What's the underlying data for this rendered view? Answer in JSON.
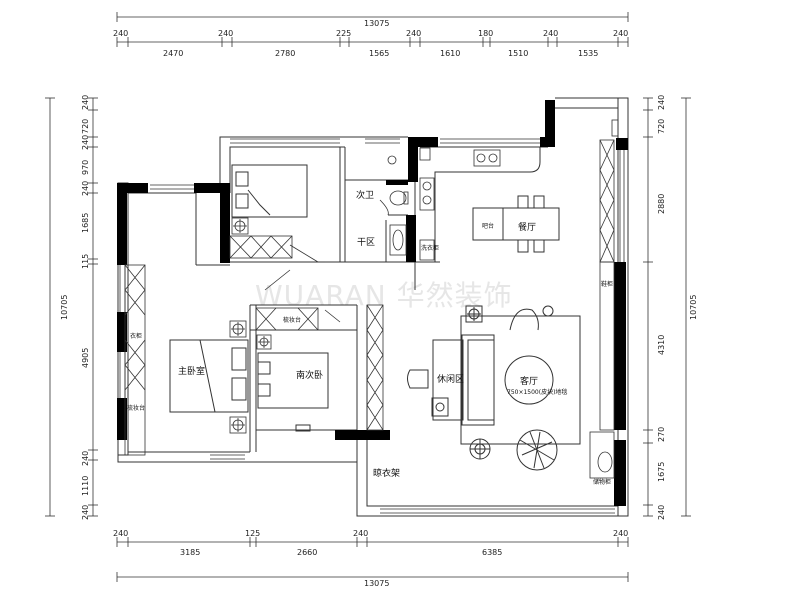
{
  "watermark": "WUARAN 华然装饰",
  "dimensions": {
    "top_total": "13075",
    "top_row1": [
      "240",
      "240",
      "225",
      "240",
      "180",
      "240",
      "240"
    ],
    "top_row2": [
      "2470",
      "2780",
      "1565",
      "1610",
      "1510",
      "1535"
    ],
    "bottom_row1": [
      "240",
      "125",
      "240",
      "240"
    ],
    "bottom_row2": [
      "3185",
      "2660",
      "6385"
    ],
    "bottom_total": "13075",
    "left_row": [
      "240",
      "720",
      "240",
      "970",
      "240",
      "1685",
      "115",
      "4905",
      "240",
      "1110",
      "240"
    ],
    "left_total": "10705",
    "right_row": [
      "240",
      "720",
      "2880",
      "4310",
      "270",
      "1675",
      "240"
    ],
    "right_total": "10705"
  },
  "rooms": {
    "second_bath": "次卫",
    "dry_area": "干区",
    "dining": "餐厅",
    "master_bedroom": "主卧室",
    "south_second_bedroom": "南次卧",
    "leisure_area": "休闲区",
    "living_room": "客厅",
    "drying_rack": "晾衣架"
  },
  "labels": {
    "counter": "吧台",
    "shoe_cabinet": "鞋柜",
    "dresser": "梳妆台",
    "wardrobe": "衣柜",
    "dressing_table": "梳妆台",
    "wash_cabinet": "洗衣柜",
    "carpet_note": "750×1500(皮块)地毯",
    "storage": "储物柜"
  }
}
